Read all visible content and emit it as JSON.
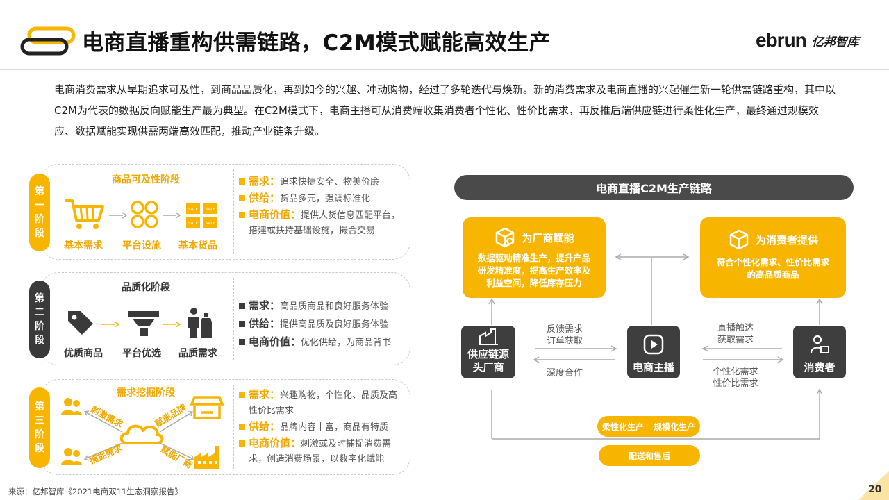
{
  "header": {
    "title": "电商直播重构供需链路，C2M模式赋能高效生产",
    "brand_en": "ebrun",
    "brand_cn": "亿邦智库"
  },
  "intro": "电商消费需求从早期追求可及性，到商品品质化，再到如今的兴趣、冲动购物，经过了多轮迭代与焕新。新的消费需求及电商直播的兴起催生新一轮供需链路重构，其中以C2M为代表的数据反向赋能生产最为典型。在C2M模式下，电商主播可从消费端收集消费者个性化、性价比需求，再反推后端供应链进行柔性化生产，最终通过规模效应、数据赋能实现供需两端高效匹配，推动产业链条升级。",
  "stages": [
    {
      "tag": [
        "第",
        "一",
        "阶",
        "段"
      ],
      "title": "商品可及性阶段",
      "items": [
        "基本需求",
        "平台设施",
        "基本货品"
      ],
      "sale_label": "SALE",
      "bullets": [
        {
          "key": "需求",
          "sep": "：",
          "text": "追求快捷安全、物美价廉"
        },
        {
          "key": "供给",
          "sep": "：",
          "text": "货品多元，强调标准化"
        },
        {
          "key": "电商价值",
          "sep": "：",
          "text": "提供人货信息匹配平台，搭建或扶持基础设施，撮合交易"
        }
      ]
    },
    {
      "tag": [
        "第",
        "二",
        "阶",
        "段"
      ],
      "title": "品质化阶段",
      "items": [
        "优质商品",
        "平台优选",
        "品质需求"
      ],
      "bullets": [
        {
          "key": "需求",
          "sep": "：",
          "text": "高品质商品和良好服务体验"
        },
        {
          "key": "供给",
          "sep": "：",
          "text": "提供高品质及良好服务体验"
        },
        {
          "key": "电商价值",
          "sep": "：",
          "text": "优化供给，为商品背书"
        }
      ]
    },
    {
      "tag": [
        "第",
        "三",
        "阶",
        "段"
      ],
      "title": "需求挖掘阶段",
      "spokes": [
        "刺激需求",
        "赋能品牌",
        "捕捉需求",
        "赋能厂商"
      ],
      "bullets": [
        {
          "key": "需求",
          "sep": "：",
          "text": "兴趣购物，个性化、品质及高性价比需求"
        },
        {
          "key": "供给",
          "sep": "：",
          "text": "品牌内容丰富，商品有特质"
        },
        {
          "key": "电商价值",
          "sep": "：",
          "text": "刺激或及时捕捉消费需求，创造消费场景，以数字化赋能"
        }
      ]
    }
  ],
  "diagram": {
    "title": "电商直播C2M生产链路",
    "factory_box": {
      "title": "为厂商赋能",
      "body": [
        "数据驱动精准生产，提升产品",
        "研发精准度，提高生产效率及",
        "利益空间，降低库存压力"
      ]
    },
    "consumer_box": {
      "title": "为消费者提供",
      "body": [
        "符合个性化需求、性价比需求",
        "的高品质商品"
      ]
    },
    "supply": [
      "供应链源",
      "头厂商"
    ],
    "anchor": "电商主播",
    "consumer": "消费者",
    "flow_left_top": [
      "反馈需求",
      "订单获取"
    ],
    "flow_left_bottom": "深度合作",
    "flow_right_top": [
      "直播触达",
      "获取需求"
    ],
    "flow_right_bottom": [
      "个性化需求",
      "性价比需求"
    ],
    "pill_top_a": "柔性化生产",
    "pill_top_b": "规模化生产",
    "pill_bottom": "配送和售后"
  },
  "footer": {
    "source": "来源：亿邦智库《2021电商双11生态洞察报告》",
    "page": "20"
  }
}
